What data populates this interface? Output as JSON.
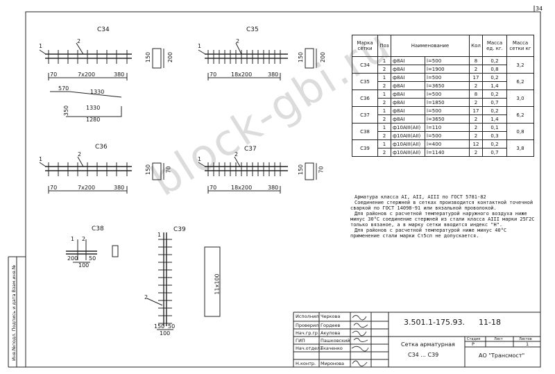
{
  "page_number": "34",
  "drawings": {
    "c34": {
      "title": "С34",
      "dim_main": "7х200",
      "dim_start": "70",
      "dim_end": "380",
      "pos1": "1",
      "pos2": "2",
      "sec_dims": [
        "150",
        "200"
      ],
      "bend_a": "570",
      "bend_b": "1330",
      "bend_c": "1330",
      "bend_d": "1280",
      "bend_e": "350"
    },
    "c35": {
      "title": "С35",
      "dim_main": "18х200",
      "dim_start": "70",
      "dim_end": "380",
      "pos1": "1",
      "pos2": "2",
      "sec_dims": [
        "150",
        "200"
      ]
    },
    "c36": {
      "title": "С36",
      "dim_main": "7х200",
      "dim_start": "70",
      "dim_end": "380",
      "pos1": "1",
      "pos2": "2",
      "sec_dims": [
        "150",
        "70"
      ]
    },
    "c37": {
      "title": "С37",
      "dim_main": "18х200",
      "dim_start": "70",
      "dim_end": "380",
      "pos1": "1",
      "pos2": "2",
      "sec_dims": [
        "150",
        "70"
      ]
    },
    "c38": {
      "title": "С38",
      "pos1": "1",
      "pos2": "2",
      "dims": [
        "200",
        "50",
        "100"
      ]
    },
    "c39": {
      "title": "С39",
      "pos1": "1",
      "pos2": "2",
      "dims": [
        "150",
        "50",
        "100",
        "11х100"
      ]
    }
  },
  "spec_table": {
    "headers": [
      "Марка сетки",
      "Поз",
      "Наименование",
      "Кол",
      "Масса ед. кг.",
      "Масса сетки кг"
    ],
    "rows": [
      {
        "mark": "С34",
        "pos": "1",
        "name": "ф8АI",
        "len": "l=500",
        "qty": "8",
        "unit": "0,2",
        "total": "3,2"
      },
      {
        "mark": "",
        "pos": "2",
        "name": "ф8АI",
        "len": "l=1900",
        "qty": "2",
        "unit": "0,8",
        "total": ""
      },
      {
        "mark": "С35",
        "pos": "1",
        "name": "ф8АI",
        "len": "l=500",
        "qty": "17",
        "unit": "0,2",
        "total": "6,2"
      },
      {
        "mark": "",
        "pos": "2",
        "name": "ф8АI",
        "len": "l=3650",
        "qty": "2",
        "unit": "1,4",
        "total": ""
      },
      {
        "mark": "С36",
        "pos": "1",
        "name": "ф8АI",
        "len": "l=500",
        "qty": "8",
        "unit": "0,2",
        "total": "3,0"
      },
      {
        "mark": "",
        "pos": "2",
        "name": "ф8АI",
        "len": "l=1850",
        "qty": "2",
        "unit": "0,7",
        "total": ""
      },
      {
        "mark": "С37",
        "pos": "1",
        "name": "ф8АI",
        "len": "l=500",
        "qty": "17",
        "unit": "0,2",
        "total": "6,2"
      },
      {
        "mark": "",
        "pos": "2",
        "name": "ф8АI",
        "len": "l=3650",
        "qty": "2",
        "unit": "1,4",
        "total": ""
      },
      {
        "mark": "С38",
        "pos": "1",
        "name": "ф10АIII(АII)",
        "len": "l=110",
        "qty": "2",
        "unit": "0,1",
        "total": "0,8"
      },
      {
        "mark": "",
        "pos": "2",
        "name": "ф10АIII(АII)",
        "len": "l=500",
        "qty": "2",
        "unit": "0,3",
        "total": ""
      },
      {
        "mark": "С39",
        "pos": "1",
        "name": "ф10АIII(АII)",
        "len": "l=400",
        "qty": "12",
        "unit": "0,2",
        "total": "3,8"
      },
      {
        "mark": "",
        "pos": "2",
        "name": "ф10АIII(АII)",
        "len": "l=1140",
        "qty": "2",
        "unit": "0,7",
        "total": ""
      }
    ]
  },
  "notes": [
    "Арматура класса АI, АII, АIII по ГОСТ 5781-82",
    "Соединение стержней в сетках производится контактной точечной сваркой по ГОСТ 14098-91 или вязальной проволокой.",
    "Для районов с расчетной температурой наружного воздуха ниже минус 30°С соединение стержней из стали класса АIII марки 25Г2С только вязаное, а в марку сетки вводится индекс \"Н\".",
    "Для районов с расчетной температурой ниже минус 40°С применение стали марки Ст5сп не допускается."
  ],
  "title_block": {
    "doc_code": "3.501.1-175.93.",
    "doc_suffix": "11-18",
    "roles": [
      {
        "role": "Исполнил",
        "name": "Черкова"
      },
      {
        "role": "Проверил",
        "name": "Гордеев"
      },
      {
        "role": "Нач.гр.гр",
        "name": "Акупова"
      },
      {
        "role": "ГИП",
        "name": "Пашковский"
      },
      {
        "role": "Нач.отдела",
        "name": "Ткаченко"
      },
      {
        "role": "Н.контр.",
        "name": "Миронова"
      }
    ],
    "title_line1": "Сетка арматурная",
    "title_line2": "С34 ... С39",
    "stage_label": "Стадия",
    "sheet_label": "Лист",
    "sheets_label": "Листов",
    "stage_value": "Р",
    "sheets_value": "1",
    "org": "АО \"Трансмост\""
  },
  "side_stamp": "Инв.№подл.  Подпись и дата  Взам.инв.№",
  "watermark": "block-gbi.ru"
}
